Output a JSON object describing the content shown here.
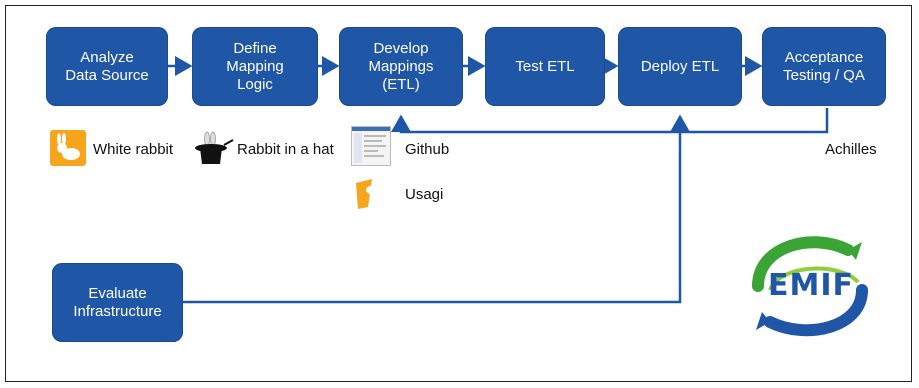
{
  "steps": [
    {
      "label": "Analyze\nData Source"
    },
    {
      "label": "Define\nMapping\nLogic"
    },
    {
      "label": "Develop\nMappings\n(ETL)"
    },
    {
      "label": "Test ETL"
    },
    {
      "label": "Deploy ETL"
    },
    {
      "label": "Acceptance\nTesting / QA"
    }
  ],
  "infrastructure": {
    "label": "Evaluate\nInfrastructure"
  },
  "tools": {
    "white_rabbit": {
      "label": "White rabbit",
      "icon": "rabbit-icon"
    },
    "rabbit_in_a_hat": {
      "label": "Rabbit in a hat",
      "icon": "magic-hat-icon"
    },
    "github": {
      "label": "Github",
      "icon": "github-screenshot-icon"
    },
    "usagi": {
      "label": "Usagi",
      "icon": "usagi-icon"
    },
    "achilles": {
      "label": "Achilles"
    }
  },
  "logo": {
    "text": "EMIF"
  },
  "colors": {
    "box": "#1f56a5",
    "arrow": "#1f56a5",
    "logo_green": "#3aa535",
    "logo_blue": "#1f56a5"
  }
}
